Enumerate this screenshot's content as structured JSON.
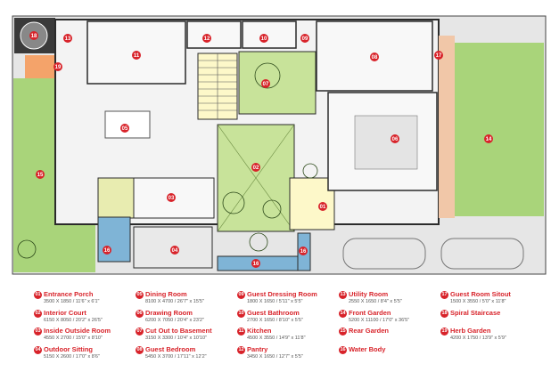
{
  "legend": [
    {
      "num": "01",
      "name": "Entrance Porch",
      "dim": "3500 X 1850 / 11'6\" x 6'1\""
    },
    {
      "num": "02",
      "name": "Interior Court",
      "dim": "6150 X 8050 / 20'2\" x 26'5\""
    },
    {
      "num": "03",
      "name": "Inside Outside Room",
      "dim": "4550 X 2700 / 15'0\" x 8'10\""
    },
    {
      "num": "04",
      "name": "Outdoor Sitting",
      "dim": "5150 X 2600 / 17'0\" x 8'6\""
    },
    {
      "num": "05",
      "name": "Dining Room",
      "dim": "8100 X 4700 / 26'7\" x 15'5\""
    },
    {
      "num": "06",
      "name": "Drawing Room",
      "dim": "6200 X 7050 / 20'4\" x 23'2\""
    },
    {
      "num": "07",
      "name": "Cut Out to Basement",
      "dim": "3150 X 3300 / 10'4\" x 10'10\""
    },
    {
      "num": "08",
      "name": "Guest Bedroom",
      "dim": "5450 X 3700 / 17'11\" x 12'2\""
    },
    {
      "num": "09",
      "name": "Guest Dressing Room",
      "dim": "1800 X 1650 / 5'11\" x 5'5\""
    },
    {
      "num": "10",
      "name": "Guest Bathroom",
      "dim": "2700 X 1650 / 8'10\" x 5'5\""
    },
    {
      "num": "11",
      "name": "Kitchen",
      "dim": "4500 X 3550 / 14'9\" x 11'8\""
    },
    {
      "num": "12",
      "name": "Pantry",
      "dim": "3450 X 1650 / 12'7\" x 5'5\""
    },
    {
      "num": "13",
      "name": "Utility Room",
      "dim": "2550 X 1650 / 8'4\" x 5'5\""
    },
    {
      "num": "14",
      "name": "Front Garden",
      "dim": "5200 X 11100 / 17'0\" x 36'5\""
    },
    {
      "num": "15",
      "name": "Rear Garden",
      "dim": ""
    },
    {
      "num": "16",
      "name": "Water Body",
      "dim": ""
    },
    {
      "num": "17",
      "name": "Guest Room Sitout",
      "dim": "1500 X 3550 / 5'0\" x 11'8\""
    },
    {
      "num": "18",
      "name": "Spiral Staircase",
      "dim": ""
    },
    {
      "num": "19",
      "name": "Herb Garden",
      "dim": "4200 X 1750 / 13'9\" x 5'9\""
    }
  ],
  "markers": [
    "01",
    "02",
    "03",
    "04",
    "05",
    "06",
    "07",
    "08",
    "09",
    "10",
    "11",
    "12",
    "13",
    "14",
    "15",
    "16",
    "17",
    "18",
    "19"
  ],
  "colors": {
    "accent": "#d8232a",
    "garden": "#a9d47a",
    "court": "#c8e39a",
    "water": "#7fb4d6",
    "floor": "#f3f3f3",
    "porch": "#f4a36a",
    "herb": "#e8ecb0",
    "wall": "#2b2b2b"
  }
}
